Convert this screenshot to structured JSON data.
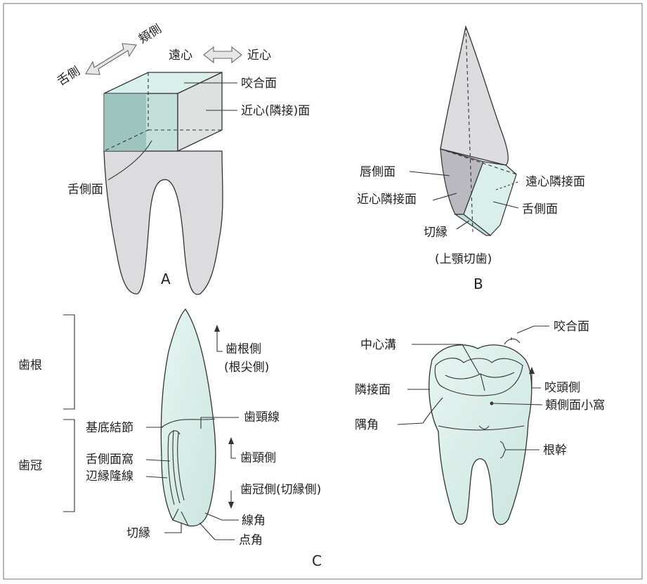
{
  "figure": {
    "panel_letters": [
      "A",
      "B",
      "C"
    ],
    "panel_a": {
      "labels": {
        "lingual": "舌側",
        "buccal": "頬側",
        "distal": "遠心",
        "mesial": "近心",
        "occlusal_surface": "咬合面",
        "mesial_proximal_surface": "近心(隣接)面",
        "lingual_surface": "舌側面"
      }
    },
    "panel_b": {
      "labels": {
        "labial_surface": "唇側面",
        "distal_proximal_surface": "遠心隣接面",
        "mesial_proximal_surface": "近心隣接面",
        "lingual_surface": "舌側面",
        "incisal_edge": "切縁",
        "caption": "(上顎切歯)"
      }
    },
    "panel_c_left": {
      "labels": {
        "root": "歯根",
        "crown": "歯冠",
        "root_side": "歯根側",
        "root_side_sub": "(根尖側)",
        "cervical_line": "歯頸線",
        "cingulum": "基底結節",
        "lingual_fossa": "舌側面窩",
        "marginal_ridge": "辺縁隆線",
        "cervical_side": "歯頸側",
        "crown_side": "歯冠側(切縁側)",
        "line_angle": "線角",
        "incisal_edge": "切縁",
        "point_angle": "点角"
      }
    },
    "panel_c_right": {
      "labels": {
        "occlusal_surface": "咬合面",
        "central_groove": "中心溝",
        "cusp_side": "咬頭側",
        "proximal_surface": "隣接面",
        "buccal_pit": "頬側面小窩",
        "angle": "隅角",
        "root_trunk": "根幹"
      }
    },
    "colors": {
      "mint": "#d9efea",
      "mint_dark": "#a9d3ca",
      "teal_face": "#8fb8b0",
      "gray_face": "#dcdcdf",
      "gray_dark": "#b9b9bf",
      "arrow_fill": "#e6e6e6"
    }
  }
}
